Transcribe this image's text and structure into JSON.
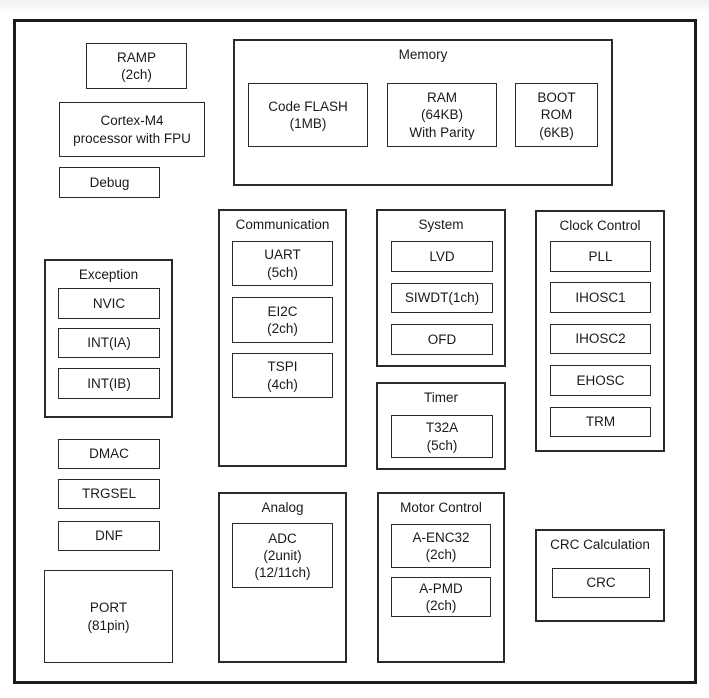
{
  "colors": {
    "background": "#ffffff",
    "border": "#1b1b1b",
    "text": "#1a1a1a"
  },
  "blocks": {
    "ramp": {
      "line1": "RAMP",
      "line2": "(2ch)"
    },
    "cortex": {
      "line1": "Cortex-M4",
      "line2": "processor with FPU"
    },
    "debug": {
      "label": "Debug"
    },
    "memory": {
      "title": "Memory",
      "code_flash": {
        "line1": "Code FLASH",
        "line2": "(1MB)"
      },
      "ram": {
        "line1": "RAM",
        "line2": "(64KB)",
        "line3": "With Parity"
      },
      "boot_rom": {
        "line1": "BOOT",
        "line2": "ROM",
        "line3": "(6KB)"
      }
    },
    "communication": {
      "title": "Communication",
      "uart": {
        "line1": "UART",
        "line2": "(5ch)"
      },
      "ei2c": {
        "line1": "EI2C",
        "line2": "(2ch)"
      },
      "tspi": {
        "line1": "TSPI",
        "line2": "(4ch)"
      }
    },
    "system": {
      "title": "System",
      "lvd": {
        "label": "LVD"
      },
      "siwdt": {
        "label": "SIWDT(1ch)"
      },
      "ofd": {
        "label": "OFD"
      }
    },
    "timer": {
      "title": "Timer",
      "t32a": {
        "line1": "T32A",
        "line2": "(5ch)"
      }
    },
    "clock_control": {
      "title": "Clock Control",
      "pll": {
        "label": "PLL"
      },
      "ihosc1": {
        "label": "IHOSC1"
      },
      "ihosc2": {
        "label": "IHOSC2"
      },
      "ehosc": {
        "label": "EHOSC"
      },
      "trm": {
        "label": "TRM"
      }
    },
    "exception": {
      "title": "Exception",
      "nvic": {
        "label": "NVIC"
      },
      "int_ia": {
        "label": "INT(IA)"
      },
      "int_ib": {
        "label": "INT(IB)"
      }
    },
    "dmac": {
      "label": "DMAC"
    },
    "trgsel": {
      "label": "TRGSEL"
    },
    "dnf": {
      "label": "DNF"
    },
    "port": {
      "line1": "PORT",
      "line2": "(81pin)"
    },
    "analog": {
      "title": "Analog",
      "adc": {
        "line1": "ADC",
        "line2": "(2unit)",
        "line3": "(12/11ch)"
      }
    },
    "motor_control": {
      "title": "Motor Control",
      "a_enc32": {
        "line1": "A-ENC32",
        "line2": "(2ch)"
      },
      "a_pmd": {
        "line1": "A-PMD",
        "line2": "(2ch)"
      }
    },
    "crc_calculation": {
      "title": "CRC Calculation",
      "crc": {
        "label": "CRC"
      }
    }
  }
}
